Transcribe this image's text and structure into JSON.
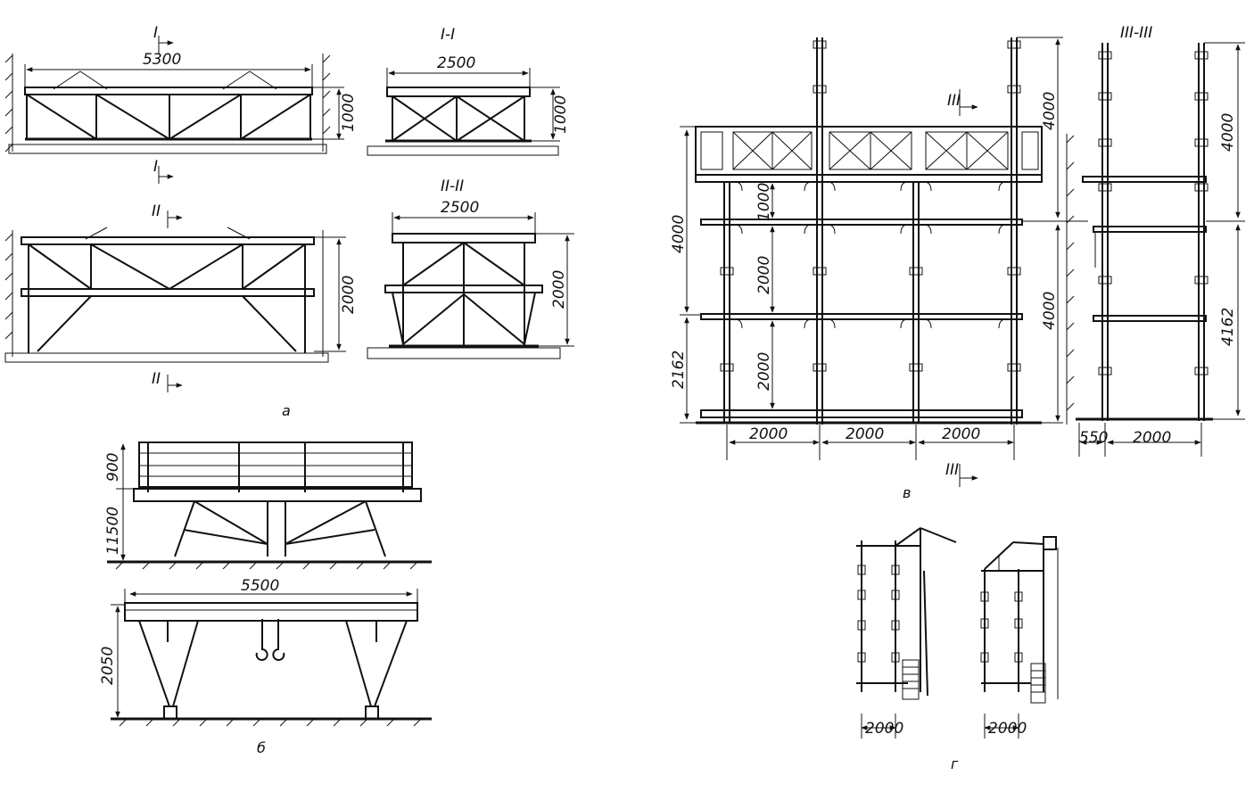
{
  "panel_a": {
    "caption": "а",
    "top_length": "5300",
    "top_height": "1000",
    "top_section_mark": "I",
    "top_section_title": "I-I",
    "top_section_width": "2500",
    "top_section_height": "1000",
    "bottom_height": "2000",
    "bottom_section_mark": "II",
    "bottom_section_title": "II-II",
    "bottom_section_width": "2500",
    "bottom_section_height": "2000"
  },
  "panel_b": {
    "caption": "б",
    "rail_height": "900",
    "support_height": "11500",
    "span": "5500",
    "lower_height": "2050"
  },
  "panel_v": {
    "caption": "в",
    "section_mark": "III",
    "section_title": "III-III",
    "mast_top": "4000",
    "mast_mid": "4000",
    "left_upper": "4000",
    "left_lower": "2162",
    "inner_1": "1000",
    "inner_2": "2000",
    "inner_3": "2000",
    "bay_widths": [
      "2000",
      "2000",
      "2000"
    ],
    "section_offset": "550",
    "section_width": "2000",
    "section_top": "4000",
    "section_height": "4162"
  },
  "panel_g": {
    "caption": "г",
    "left_width": "2000",
    "right_width": "2000"
  }
}
